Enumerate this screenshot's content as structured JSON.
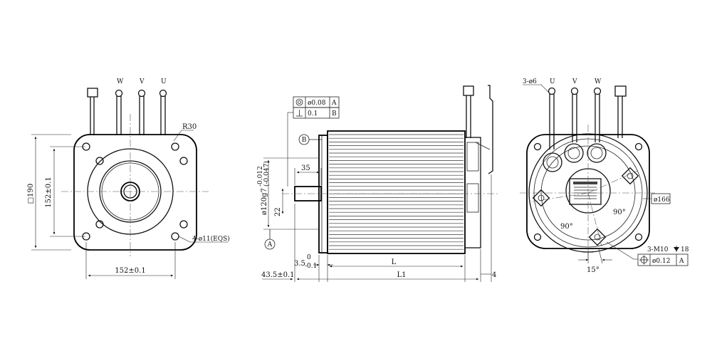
{
  "front_view": {
    "lead_labels": [
      "W",
      "V",
      "U"
    ],
    "dim_radius": "R30",
    "dim_square": "□190",
    "dim_vertical": "152±0.1",
    "dim_horizontal": "152±0.1",
    "dim_holes": "4-ø11(EQS)"
  },
  "side_view": {
    "tol_concentricity_value": "ø0.08",
    "tol_concentricity_datum": "A",
    "tol_perp_value": "0.1",
    "tol_perp_datum": "B",
    "datum_b": "B",
    "datum_a": "A",
    "dim_shaft_length": "35",
    "dim_pilot": "ø120g7",
    "dim_pilot_tol_upper": "-0.012",
    "dim_pilot_tol_lower": "(-0.047)",
    "dim_shaft": "22",
    "dim_flange": "3.5",
    "dim_flange_tol_upper": "0",
    "dim_flange_tol_lower": "-0.1",
    "dim_l": "L",
    "dim_l1": "L1",
    "dim_offset": "43.5±0.1",
    "dim_rear": "4"
  },
  "rear_view": {
    "hole_callout": "3-ø6",
    "lead_labels": [
      "U",
      "V",
      "W"
    ],
    "dim_circle": "ø166",
    "angle_a": "90°",
    "angle_b": "90°",
    "angle_c": "15°",
    "thread_callout": "3-M10",
    "thread_depth": "18",
    "pos_tol_value": "ø0.12",
    "pos_tol_datum": "A"
  }
}
